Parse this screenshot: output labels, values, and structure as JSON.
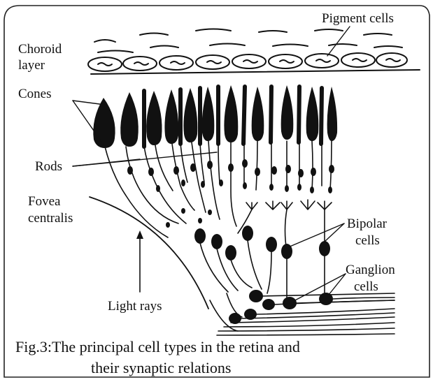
{
  "labels": {
    "pigment_cells": "Pigment cells",
    "choroid_line1": "Choroid",
    "choroid_line2": "layer",
    "cones": "Cones",
    "rods": "Rods",
    "fovea_line1": "Fovea",
    "fovea_line2": "centralis",
    "bipolar_line1": "Bipolar",
    "bipolar_line2": "cells",
    "ganglion_line1": "Ganglion",
    "ganglion_line2": "cells",
    "light_rays": "Light rays"
  },
  "caption": {
    "line1": "Fig.3:The principal cell types in the retina and",
    "line2": "their synaptic relations"
  },
  "colors": {
    "ink": "#111111",
    "background": "#ffffff"
  }
}
